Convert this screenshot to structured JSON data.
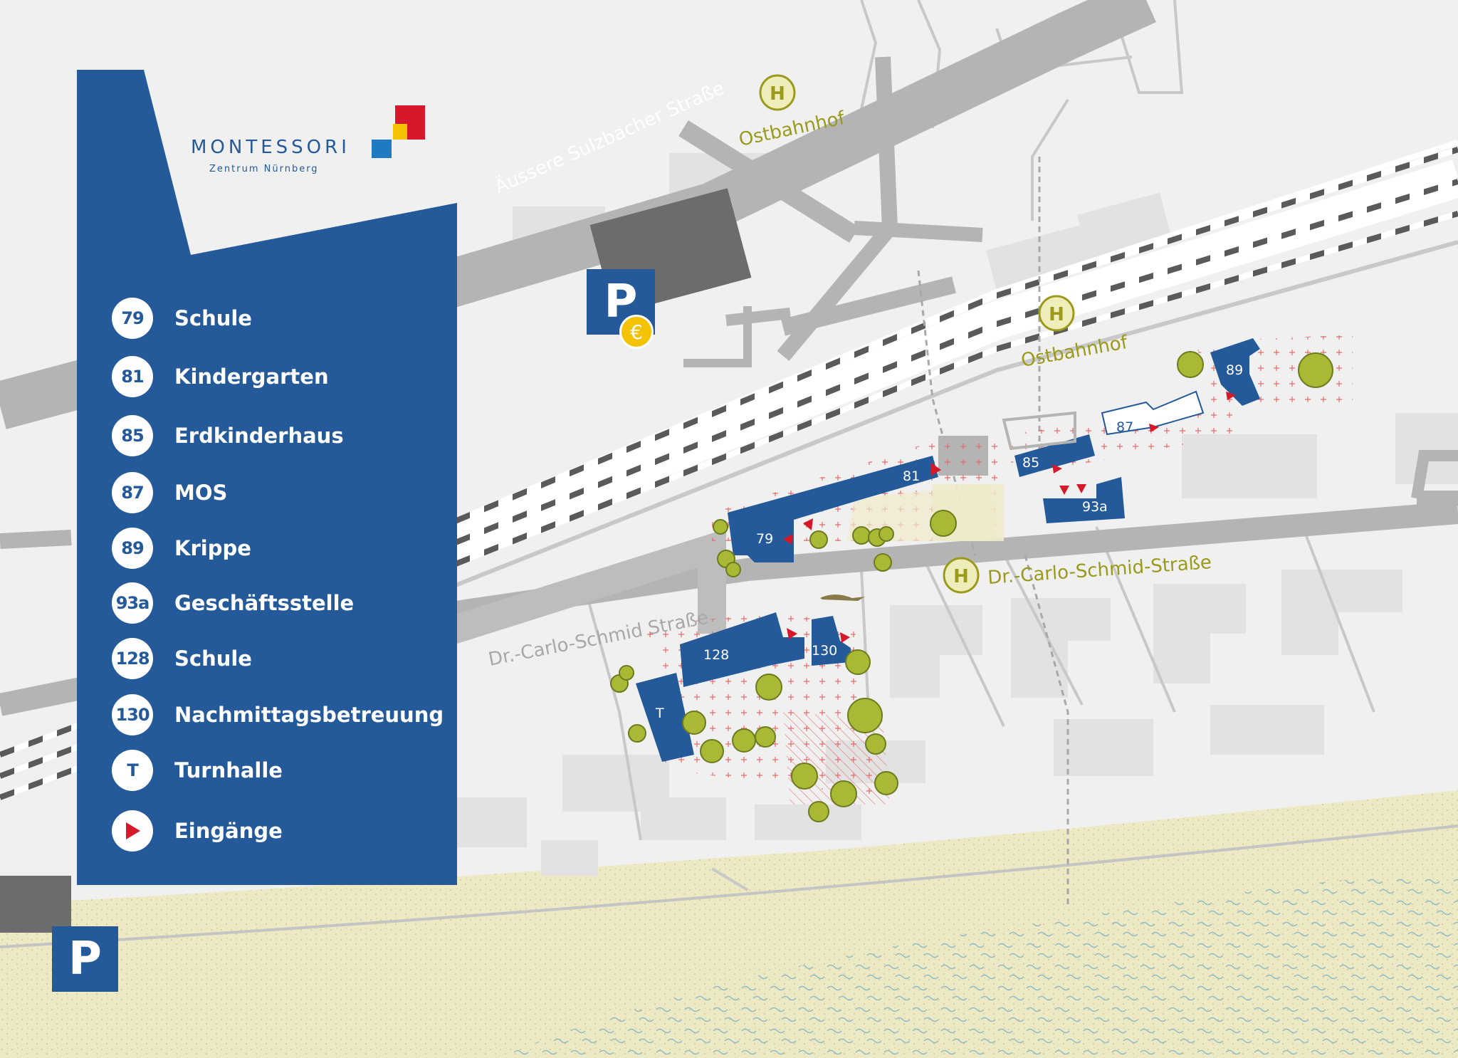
{
  "logo": {
    "title": "MONTESSORI",
    "subtitle": "Zentrum Nürnberg",
    "colors": {
      "red": "#d7182a",
      "yellow": "#f5c200",
      "blue": "#1f7bc1"
    }
  },
  "legend": {
    "items": [
      {
        "badge": "79",
        "label": "Schule"
      },
      {
        "badge": "81",
        "label": "Kindergarten"
      },
      {
        "badge": "85",
        "label": "Erdkinderhaus"
      },
      {
        "badge": "87",
        "label": "MOS"
      },
      {
        "badge": "89",
        "label": "Krippe"
      },
      {
        "badge": "93a",
        "label": "Geschäftsstelle"
      },
      {
        "badge": "128",
        "label": "Schule"
      },
      {
        "badge": "130",
        "label": "Nachmittagsbetreuung"
      },
      {
        "badge": "T",
        "label": "Turnhalle"
      },
      {
        "badge": "",
        "label": "Eingänge",
        "icon": "entrance-triangle-icon"
      }
    ]
  },
  "streets": {
    "aeussere": "Äussere Sulzbacher Straße",
    "carlo_left": "Dr.-Carlo-Schmid Straße"
  },
  "stops": {
    "stop_top": {
      "symbol": "H",
      "label": "Ostbahnhof"
    },
    "stop_mid": {
      "symbol": "H",
      "label": "Ostbahnhof"
    },
    "stop_carlo": {
      "symbol": "H",
      "label": "Dr.-Carlo-Schmid-Straße"
    }
  },
  "buildings": {
    "b79": "79",
    "b81": "81",
    "b85": "85",
    "b87": "87",
    "b89": "89",
    "b93a": "93a",
    "b128": "128",
    "b130": "130",
    "bT": "T"
  },
  "parking": {
    "symbol": "P",
    "paid_symbol": "€"
  },
  "colors": {
    "brand_blue": "#24599a",
    "entrance_red": "#d7182a",
    "road": "#b4b4b4",
    "river": "#ece9c4",
    "tree": "#a9b935",
    "stop": "#9a9a1c"
  }
}
